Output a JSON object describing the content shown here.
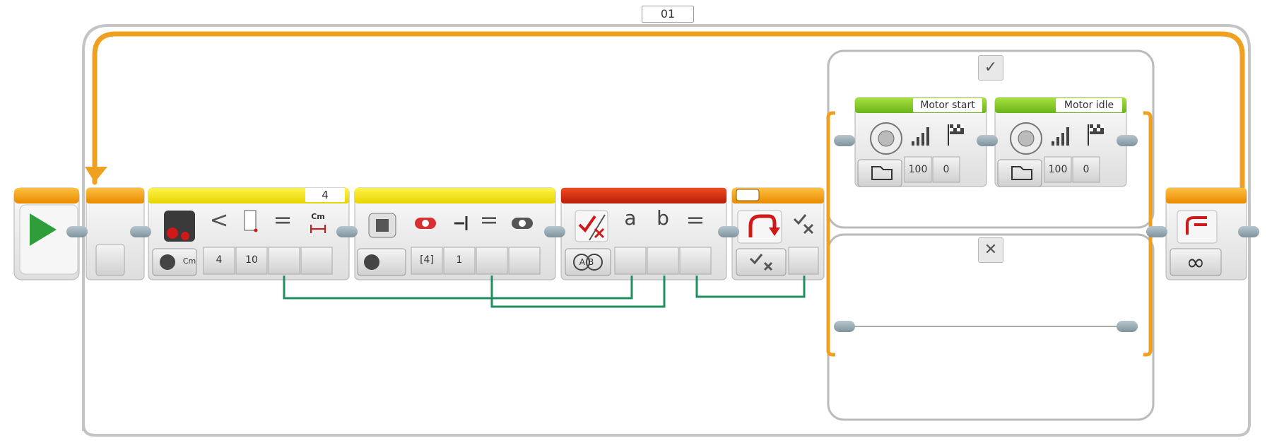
{
  "program": {
    "loop": {
      "name": "01",
      "mode_icon": "infinity-icon",
      "mode_symbol": "∞",
      "colors": {
        "flow": "#f0a020",
        "frame": "#b8b8b8"
      }
    },
    "start_block": {
      "icon": "play-icon",
      "color": "#2e9e3a"
    },
    "ultrasonic_block": {
      "port": "4",
      "icon": "ultrasonic-sensor-icon",
      "mode_icon": "compare-distance-cm-icon",
      "mode_text": "Cm",
      "compare_symbol": "<",
      "equals_symbol": "=",
      "unit_label": "Cm",
      "compare_type": "4",
      "threshold": "10",
      "header_color": "#f2e200"
    },
    "brick_button_block": {
      "icon": "brick-buttons-icon",
      "mode_icon": "compare-brick-button-icon",
      "equals_symbol": "=",
      "buttons": "[4]",
      "state": "1",
      "header_color": "#f2e200"
    },
    "logic_block": {
      "icon": "logic-operations-icon",
      "mode_icon": "logic-and-icon",
      "mode_text": "AB",
      "input_a": "a",
      "input_b": "b",
      "equals_symbol": "=",
      "header_color": "#d62b10"
    },
    "switch_block": {
      "icon": "switch-icon",
      "mode_icon": "logic-mode-icon",
      "true_case_icon": "check-icon",
      "true_case_symbol": "✓",
      "false_case_icon": "close-icon",
      "false_case_symbol": "✕",
      "header_color": "#f0a020"
    },
    "sound_blocks": [
      {
        "name": "Motor start",
        "volume": "100",
        "play_type": "0"
      },
      {
        "name": "Motor idle",
        "volume": "100",
        "play_type": "0"
      }
    ],
    "sound_header_color": "#7cc420",
    "wire_color": "#1f8f5f"
  }
}
